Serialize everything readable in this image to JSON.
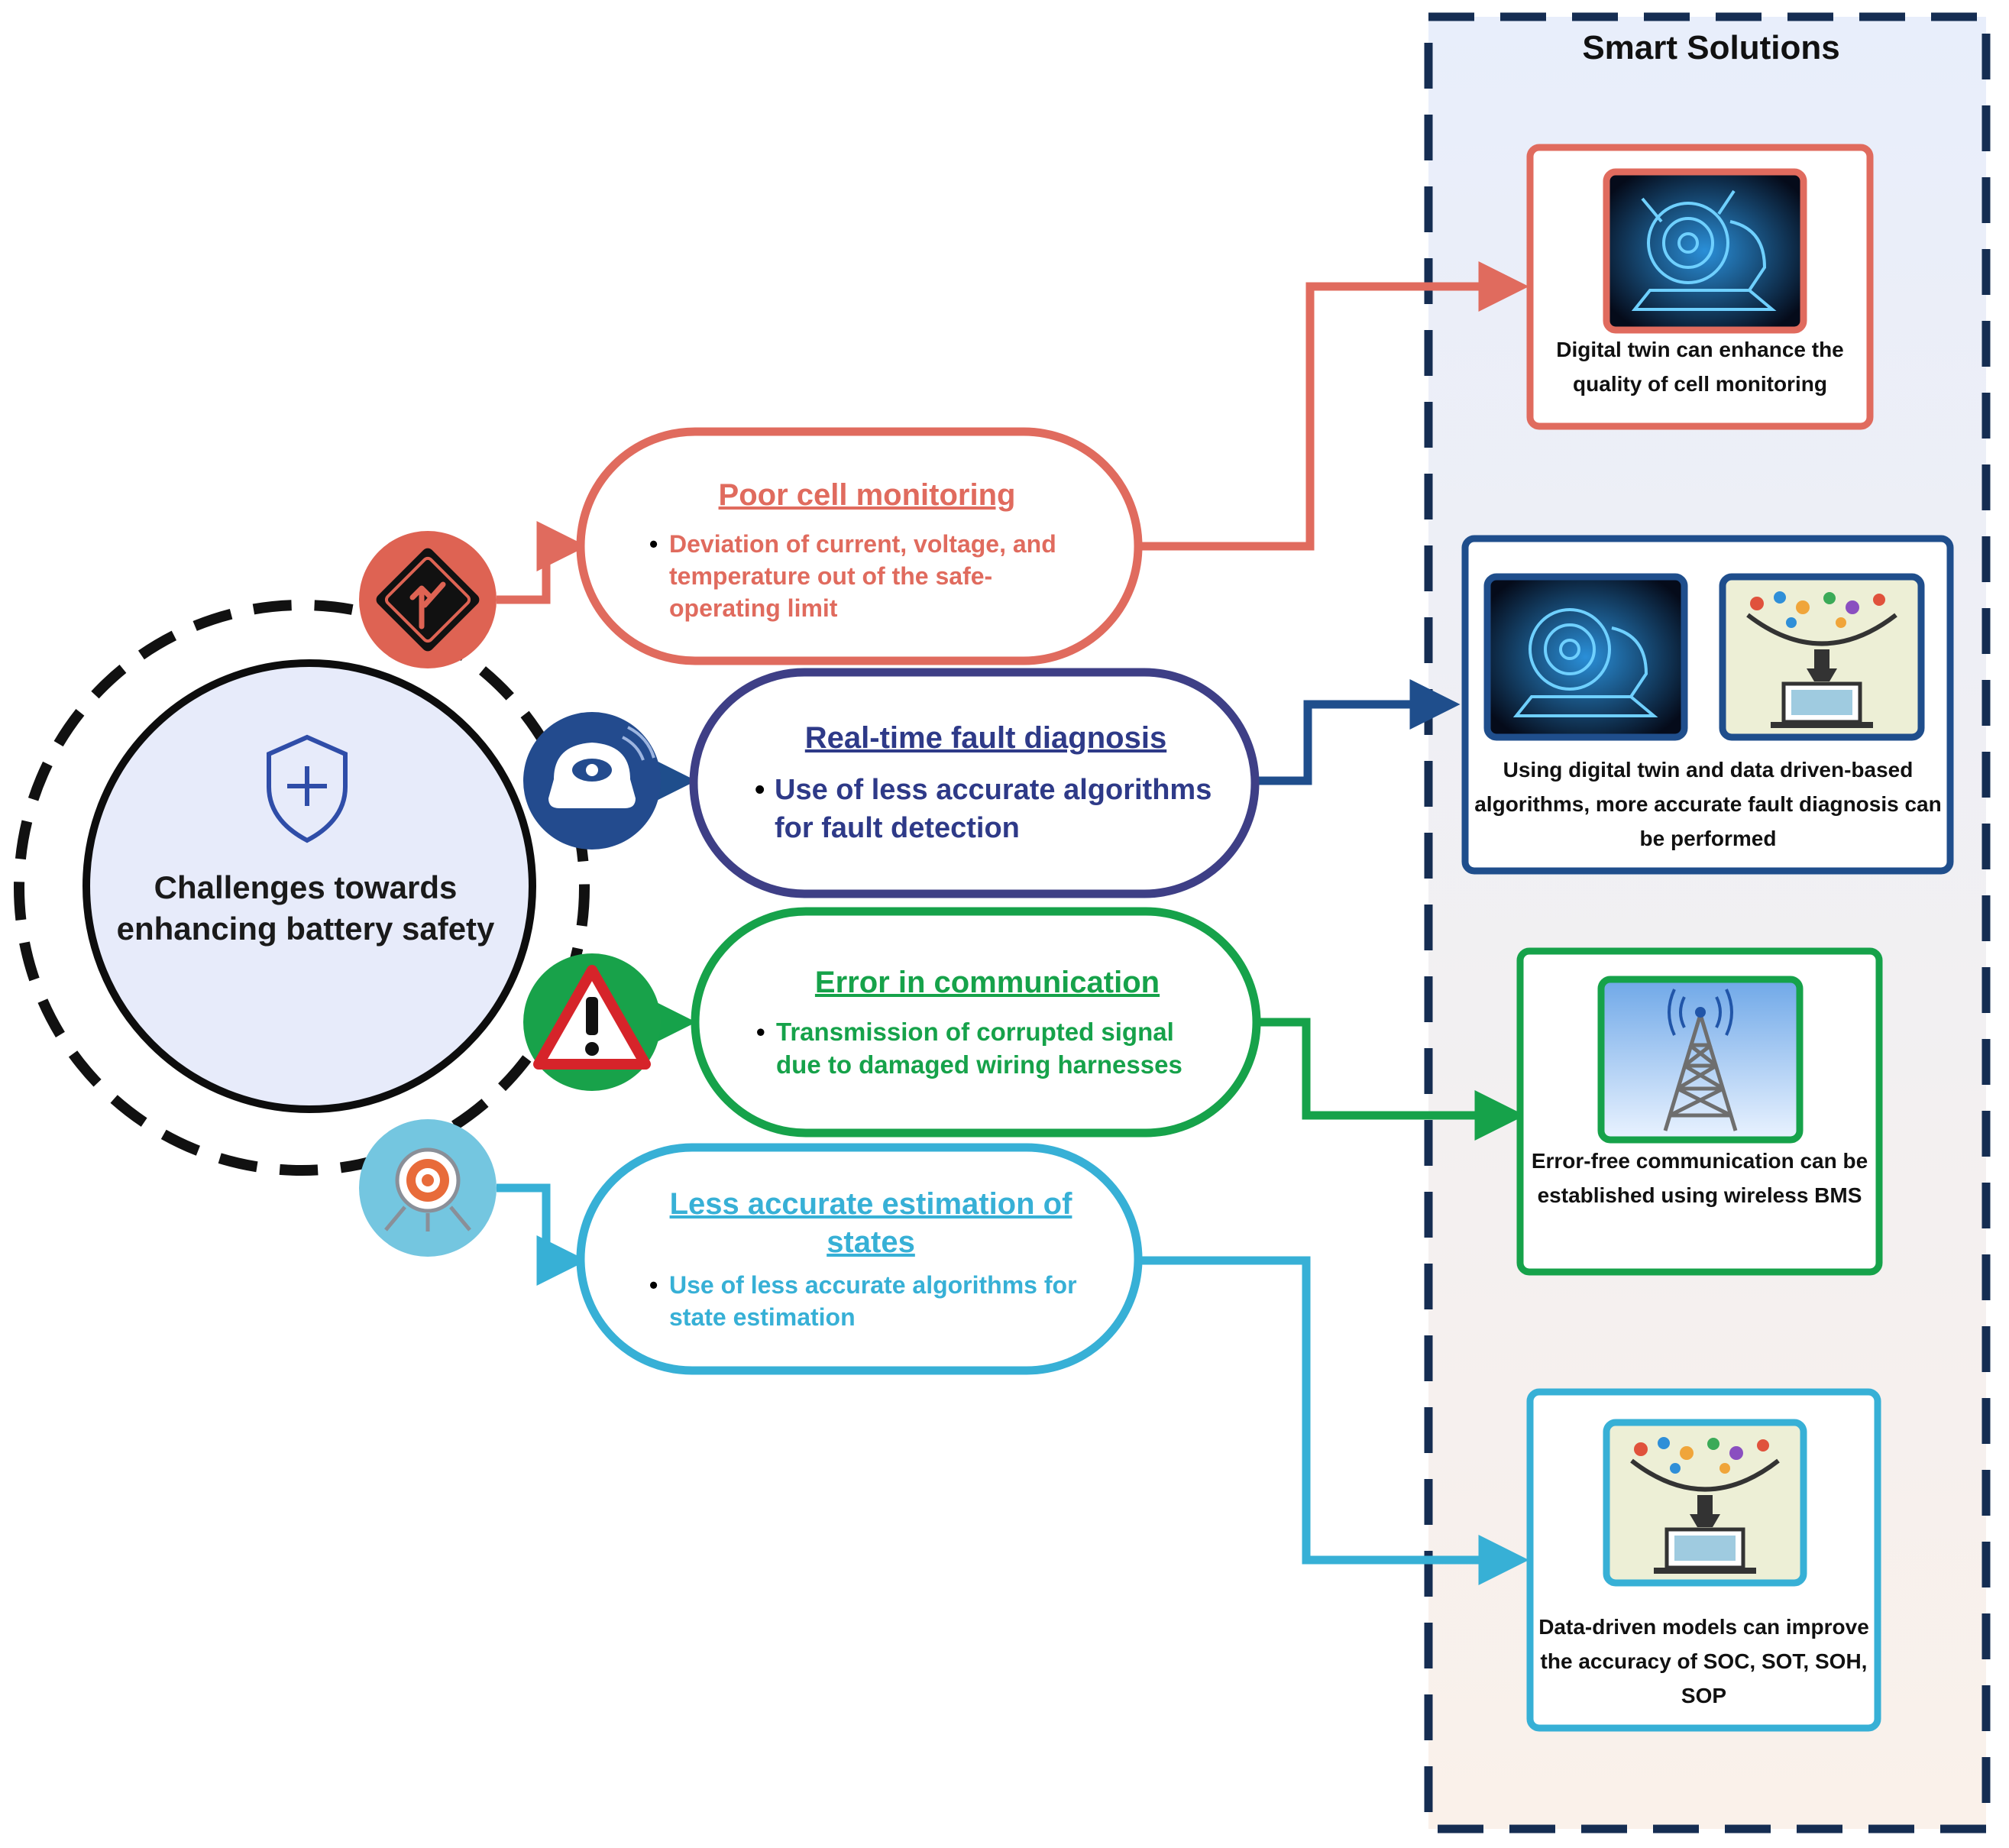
{
  "center": {
    "title": "Challenges towards enhancing battery safety",
    "icon": "shield-plus-icon"
  },
  "panel": {
    "title": "Smart Solutions"
  },
  "colors": {
    "poor_cell": "#E06B5E",
    "fault": "#3E3F86",
    "fault_line": "#1F4E8C",
    "communication": "#16A24A",
    "estimation": "#37B0D6"
  },
  "challenges": [
    {
      "title": "Poor cell monitoring",
      "bullet": "Deviation of current, voltage, and temperature out of the safe-operating limit",
      "icon": "road-merge-sign-icon"
    },
    {
      "title": "Real-time fault diagnosis",
      "bullet": "Use of less accurate algorithms for fault detection",
      "icon": "camera-eye-icon"
    },
    {
      "title": "Error in communication",
      "bullet": "Transmission of corrupted signal due to damaged wiring harnesses",
      "icon": "warning-triangle-icon"
    },
    {
      "title": "Less accurate estimation of states",
      "bullet": "Use of less accurate algorithms for state estimation",
      "icon": "target-icon"
    }
  ],
  "solutions": [
    {
      "caption": "Digital twin can enhance the quality of cell monitoring",
      "images": [
        "digital-twin-icon"
      ]
    },
    {
      "caption": "Using digital twin and data driven-based algorithms, more accurate fault diagnosis can be performed",
      "images": [
        "digital-twin-icon",
        "data-funnel-laptop-icon"
      ]
    },
    {
      "caption": "Error-free communication can be established using wireless BMS",
      "images": [
        "wireless-tower-icon"
      ]
    },
    {
      "caption": "Data-driven models can improve the accuracy of SOC, SOT, SOH, SOP",
      "images": [
        "data-funnel-laptop-icon"
      ]
    }
  ]
}
